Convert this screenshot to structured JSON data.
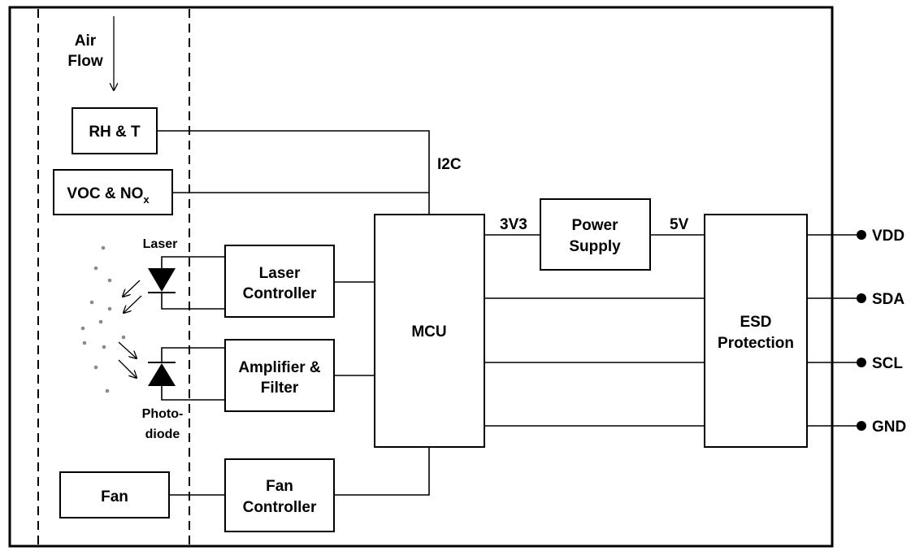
{
  "airflow": {
    "line1": "Air",
    "line2": "Flow"
  },
  "blocks": {
    "rht": "RH & T",
    "voc": "VOC & NO",
    "voc_sub": "x",
    "laser_ctrl": [
      "Laser",
      "Controller"
    ],
    "amp": [
      "Amplifier &",
      "Filter"
    ],
    "mcu": "MCU",
    "power": [
      "Power",
      "Supply"
    ],
    "esd": [
      "ESD",
      "Protection"
    ],
    "fan": "Fan",
    "fan_ctrl": [
      "Fan",
      "Controller"
    ]
  },
  "labels": {
    "laser": "Laser",
    "photodiode": [
      "Photo-",
      "diode"
    ],
    "i2c": "I2C",
    "v33": "3V3",
    "v5": "5V"
  },
  "pins": [
    "VDD",
    "SDA",
    "SCL",
    "GND"
  ]
}
